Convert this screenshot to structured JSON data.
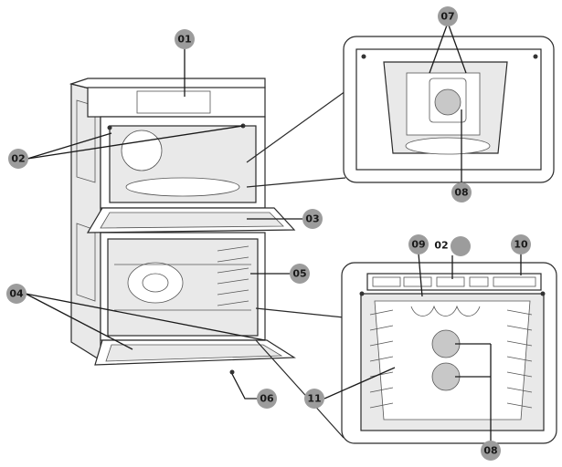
{
  "callouts": {
    "c01": "01",
    "c02": "02",
    "c03": "03",
    "c04": "04",
    "c05": "05",
    "c06": "06",
    "c07": "07",
    "c08a": "08",
    "c08b": "08",
    "c09": "09",
    "c02b": "02",
    "c10": "10",
    "c11": "11"
  },
  "colors": {
    "callout_fill": "#9c9c9c",
    "line": "#2a2a2a"
  }
}
